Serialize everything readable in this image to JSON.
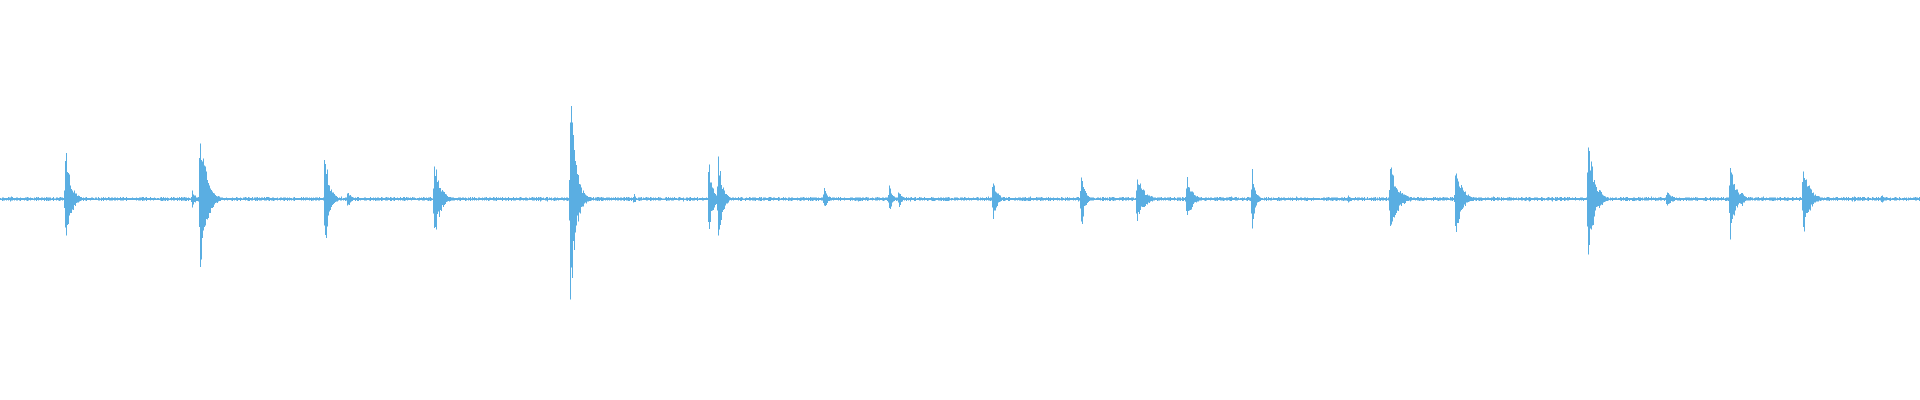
{
  "waveform": {
    "color": "#5aaee2",
    "duration": 1.0,
    "amplitude_range": [
      -1,
      1
    ],
    "baseline_noise": 0.012,
    "transients": [
      {
        "t": 0.034,
        "amp": 0.28,
        "decay": 0.0025
      },
      {
        "t": 0.1,
        "amp": 0.05,
        "decay": 0.0015
      },
      {
        "t": 0.104,
        "amp": 0.42,
        "decay": 0.003
      },
      {
        "t": 0.169,
        "amp": 0.3,
        "decay": 0.002
      },
      {
        "t": 0.181,
        "amp": 0.05,
        "decay": 0.0015
      },
      {
        "t": 0.226,
        "amp": 0.22,
        "decay": 0.003
      },
      {
        "t": 0.231,
        "amp": 0.05,
        "decay": 0.0015
      },
      {
        "t": 0.297,
        "amp": 0.6,
        "decay": 0.0025
      },
      {
        "t": 0.33,
        "amp": 0.03,
        "decay": 0.001
      },
      {
        "t": 0.369,
        "amp": 0.2,
        "decay": 0.002
      },
      {
        "t": 0.374,
        "amp": 0.24,
        "decay": 0.002
      },
      {
        "t": 0.429,
        "amp": 0.06,
        "decay": 0.002
      },
      {
        "t": 0.463,
        "amp": 0.08,
        "decay": 0.0015
      },
      {
        "t": 0.468,
        "amp": 0.05,
        "decay": 0.0015
      },
      {
        "t": 0.517,
        "amp": 0.12,
        "decay": 0.002
      },
      {
        "t": 0.563,
        "amp": 0.18,
        "decay": 0.0015
      },
      {
        "t": 0.592,
        "amp": 0.13,
        "decay": 0.0035
      },
      {
        "t": 0.618,
        "amp": 0.14,
        "decay": 0.0025
      },
      {
        "t": 0.652,
        "amp": 0.16,
        "decay": 0.0015
      },
      {
        "t": 0.702,
        "amp": 0.03,
        "decay": 0.001
      },
      {
        "t": 0.724,
        "amp": 0.2,
        "decay": 0.0035
      },
      {
        "t": 0.758,
        "amp": 0.2,
        "decay": 0.003
      },
      {
        "t": 0.827,
        "amp": 0.4,
        "decay": 0.0025
      },
      {
        "t": 0.833,
        "amp": 0.06,
        "decay": 0.002
      },
      {
        "t": 0.868,
        "amp": 0.05,
        "decay": 0.0025
      },
      {
        "t": 0.901,
        "amp": 0.22,
        "decay": 0.0025
      },
      {
        "t": 0.907,
        "amp": 0.05,
        "decay": 0.0015
      },
      {
        "t": 0.939,
        "amp": 0.2,
        "decay": 0.003
      },
      {
        "t": 0.98,
        "amp": 0.03,
        "decay": 0.001
      }
    ]
  }
}
